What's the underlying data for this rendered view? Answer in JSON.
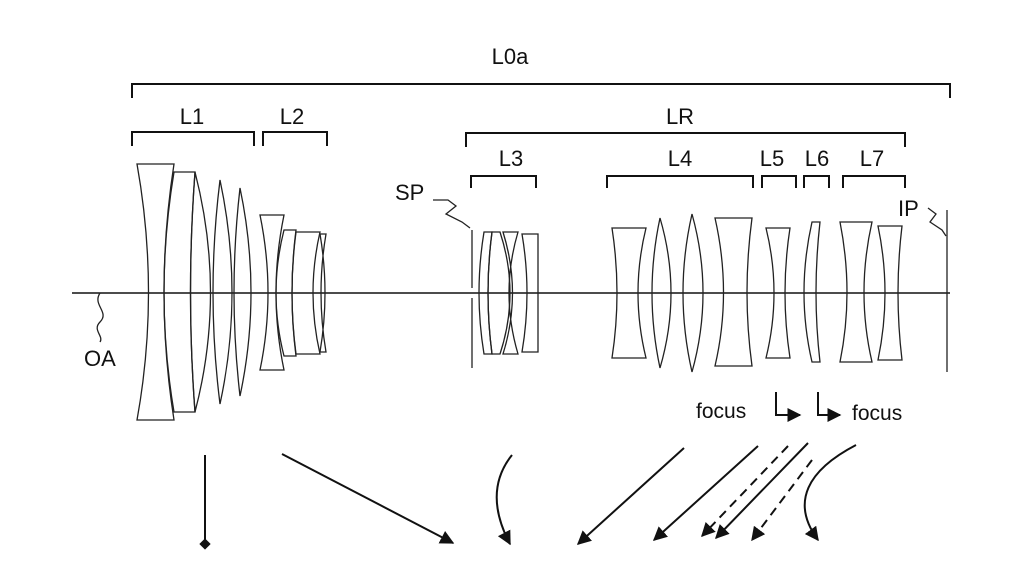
{
  "labels": {
    "l0a": "L0a",
    "l1": "L1",
    "l2": "L2",
    "lr": "LR",
    "l3": "L3",
    "l4": "L4",
    "l5": "L5",
    "l6": "L6",
    "l7": "L7",
    "sp": "SP",
    "ip": "IP",
    "oa": "OA",
    "focus_left": "focus",
    "focus_right": "focus"
  }
}
